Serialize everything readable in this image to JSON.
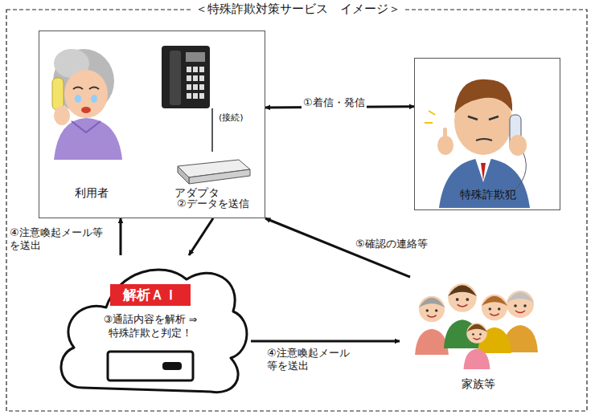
{
  "diagram": {
    "title": "＜特殊詐欺対策サービス　イメージ＞",
    "nodes": [
      {
        "text": [
          "利用者",
          "アダプタ"
        ]
      },
      {
        "text": [
          "特殊詐欺犯"
        ]
      },
      {
        "text": [
          "解析ＡＩ",
          "③通話内容を解析 ⇒特殊詐欺と判定！"
        ]
      },
      {
        "text": [
          "家族等"
        ]
      }
    ],
    "edges": [
      {
        "from": 0,
        "to": 1,
        "label": "①着信・発信",
        "arrow": "both"
      },
      {
        "from": 0,
        "to": 2,
        "label": "②データを送信",
        "arrow": "to"
      },
      {
        "from": 2,
        "to": 0,
        "label": "④注意喚起メール等 を送出",
        "arrow": "to"
      },
      {
        "from": 2,
        "to": 3,
        "label": "④注意喚起メール 等を送出",
        "arrow": "to"
      },
      {
        "from": 3,
        "to": 0,
        "label": "⑤確認の連絡等",
        "arrow": "to"
      }
    ],
    "labels": [
      "(接続)"
    ]
  }
}
